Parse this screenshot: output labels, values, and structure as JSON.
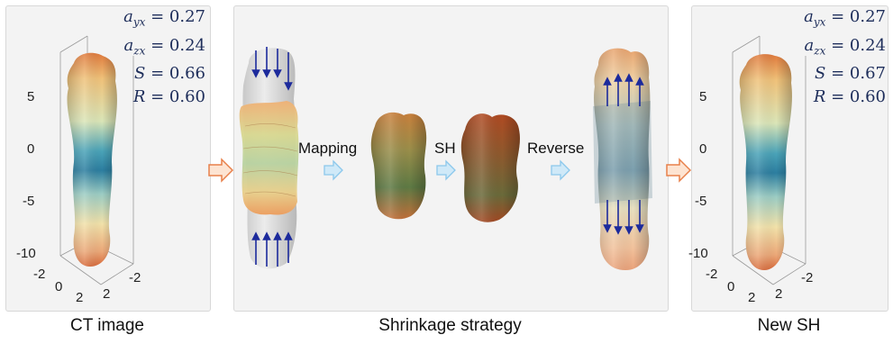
{
  "panels": {
    "left": {
      "caption": "CT image",
      "stats": {
        "ayx": "= 0.27",
        "azx": "= 0.24",
        "S": "= 0.66",
        "R": "= 0.60"
      },
      "z_ticks": [
        "5",
        "0",
        "-5",
        "-10"
      ],
      "x_ticks": [
        "-2",
        "0",
        "2"
      ],
      "y_ticks": [
        "2",
        "-2"
      ]
    },
    "middle": {
      "caption": "Shrinkage strategy",
      "steps": [
        "Mapping",
        "SH",
        "Reverse"
      ]
    },
    "right": {
      "caption": "New SH",
      "stats": {
        "ayx": "= 0.27",
        "azx": "= 0.24",
        "S": "= 0.67",
        "R": "= 0.60"
      },
      "z_ticks": [
        "5",
        "0",
        "-5",
        "-10"
      ],
      "x_ticks": [
        "-2",
        "0",
        "2"
      ],
      "y_ticks": [
        "2",
        "-2"
      ]
    }
  },
  "colors": {
    "panel_bg": "#f3f3f3",
    "arrow_orange": "#e8804a",
    "arrow_blue": "#8cc8ec",
    "direction_arrows": "#1c2a9c",
    "stats_text": "#1d2d5a"
  }
}
